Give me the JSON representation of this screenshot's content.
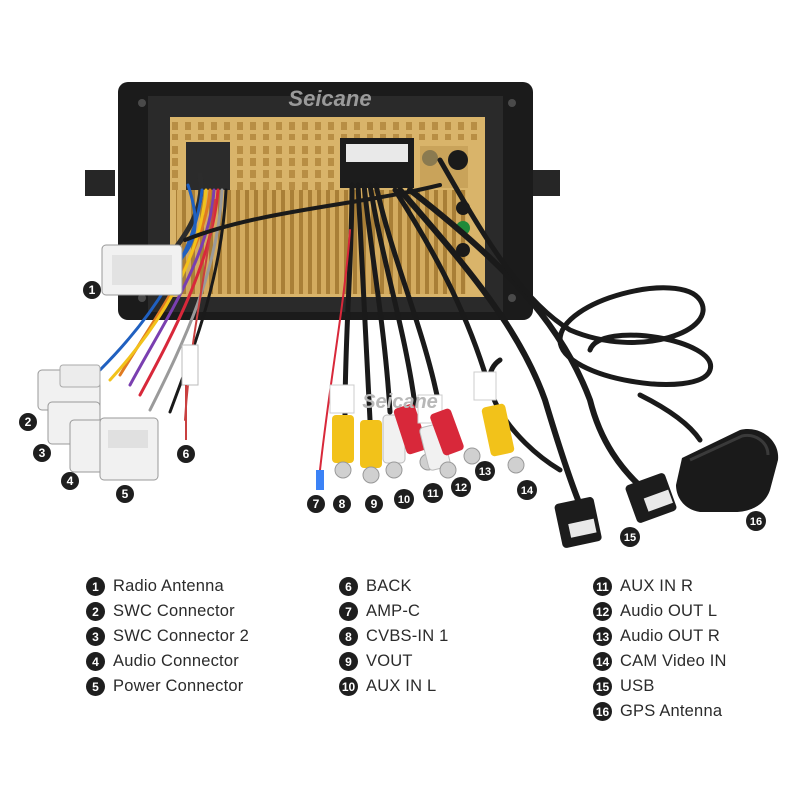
{
  "watermark": "Seicane",
  "legend": [
    {
      "num": "1",
      "label": "Radio Antenna"
    },
    {
      "num": "2",
      "label": "SWC Connector"
    },
    {
      "num": "3",
      "label": "SWC Connector 2"
    },
    {
      "num": "4",
      "label": "Audio Connector"
    },
    {
      "num": "5",
      "label": "Power Connector"
    },
    {
      "num": "6",
      "label": "BACK"
    },
    {
      "num": "7",
      "label": "AMP-C"
    },
    {
      "num": "8",
      "label": "CVBS-IN 1"
    },
    {
      "num": "9",
      "label": "VOUT"
    },
    {
      "num": "10",
      "label": "AUX IN L"
    },
    {
      "num": "11",
      "label": "AUX IN R"
    },
    {
      "num": "12",
      "label": "Audio OUT L"
    },
    {
      "num": "13",
      "label": "Audio OUT R"
    },
    {
      "num": "14",
      "label": "CAM Video IN"
    },
    {
      "num": "15",
      "label": "USB"
    },
    {
      "num": "16",
      "label": "GPS Antenna"
    }
  ],
  "colors": {
    "frame": "#1b1b1b",
    "panel": "#d9b46a",
    "yellow_plug": "#f2c21a",
    "white_plug": "#f1f1f1",
    "red_plug": "#d8283a",
    "badge": "#1e1e1e"
  }
}
